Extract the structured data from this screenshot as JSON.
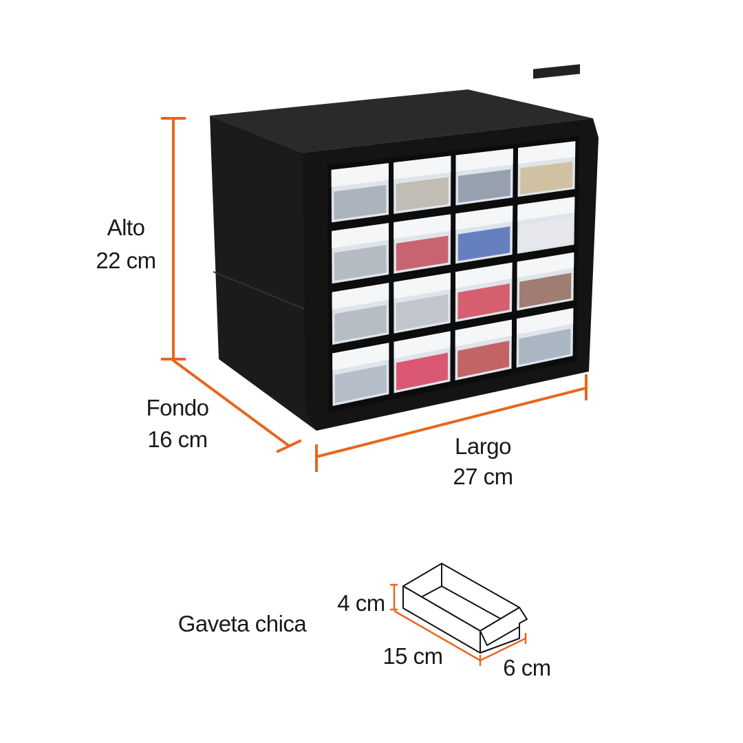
{
  "dimensions": {
    "height": {
      "label": "Alto",
      "value": "22 cm"
    },
    "depth": {
      "label": "Fondo",
      "value": "16 cm"
    },
    "width": {
      "label": "Largo",
      "value": "27 cm"
    }
  },
  "drawer": {
    "title": "Gaveta chica",
    "height": "4 cm",
    "length": "15 cm",
    "width": "6 cm"
  },
  "product": {
    "rows": 4,
    "columns": 4
  },
  "colors": {
    "accent": "#e8661c",
    "cabinet": "#1c1c1c"
  }
}
